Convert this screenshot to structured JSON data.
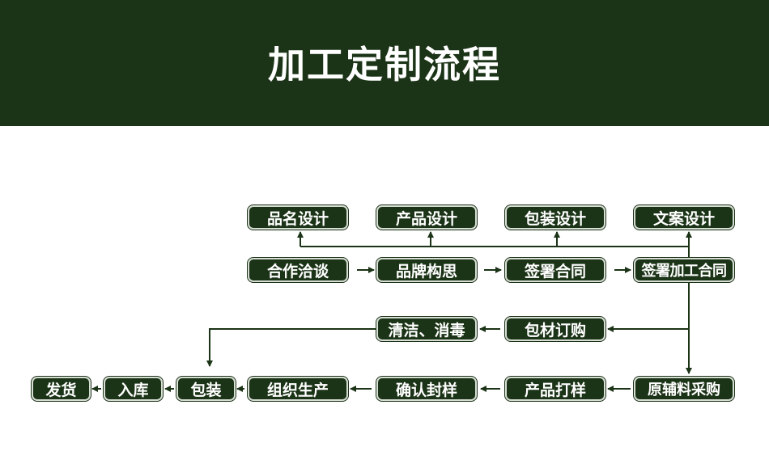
{
  "header": {
    "title": "加工定制流程"
  },
  "colors": {
    "primary": "#1b3316",
    "background": "#ffffff",
    "text_on_primary": "#ffffff"
  },
  "steps": {
    "name_design": "品名设计",
    "product_design": "产品设计",
    "packaging_design": "包装设计",
    "copy_design": "文案设计",
    "negotiation": "合作洽谈",
    "brand_concept": "品牌构思",
    "sign_contract": "签署合同",
    "sign_processing_contract": "签署加工合同",
    "clean_disinfect": "清洁、消毒",
    "packaging_purchase": "包材订购",
    "ship": "发货",
    "warehouse": "入库",
    "pack": "包装",
    "production": "组织生产",
    "confirm_seal": "确认封样",
    "sample": "产品打样",
    "raw_material_purchase": "原辅料采购"
  }
}
